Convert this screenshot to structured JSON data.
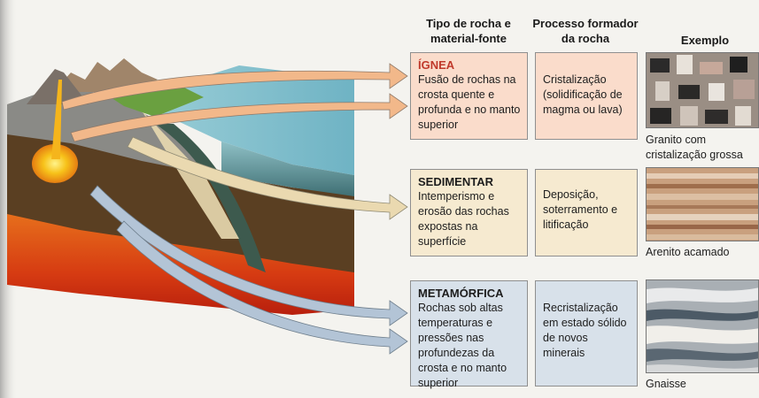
{
  "headers": {
    "type": "Tipo de rocha e material-fonte",
    "process": "Processo formador da rocha",
    "example": "Exemplo"
  },
  "rows": [
    {
      "type": "ÍGNEA",
      "source": "Fusão de rochas na crosta quente e profunda e no manto superior",
      "process": "Cristalização (solidificação de magma ou lava)",
      "example": "Granito com cristalização grossa",
      "type_color": "#c0392b"
    },
    {
      "type": "SEDIMENTAR",
      "source": "Intemperismo e erosão das rochas expostas na superfície",
      "process": "Deposição, soterramento e litificação",
      "example": "Arenito acamado",
      "type_color": "#3a3a3a"
    },
    {
      "type": "METAMÓRFICA",
      "source": "Rochas sob altas temperaturas e pressões nas profundezas da crosta e no manto superior",
      "process": "Recristalização em estado sólido de novos minerais",
      "example": "Gnaisse",
      "type_color": "#3a3a3a"
    }
  ],
  "colors": {
    "ignea_box": "#fadccb",
    "sedimentar_box": "#f6ead0",
    "metamorfica_box": "#d8e1ea",
    "arrow_ignea": "#f2b88a",
    "arrow_sedimentar": "#ead9b0",
    "arrow_metamorfica": "#b3c4d6"
  }
}
